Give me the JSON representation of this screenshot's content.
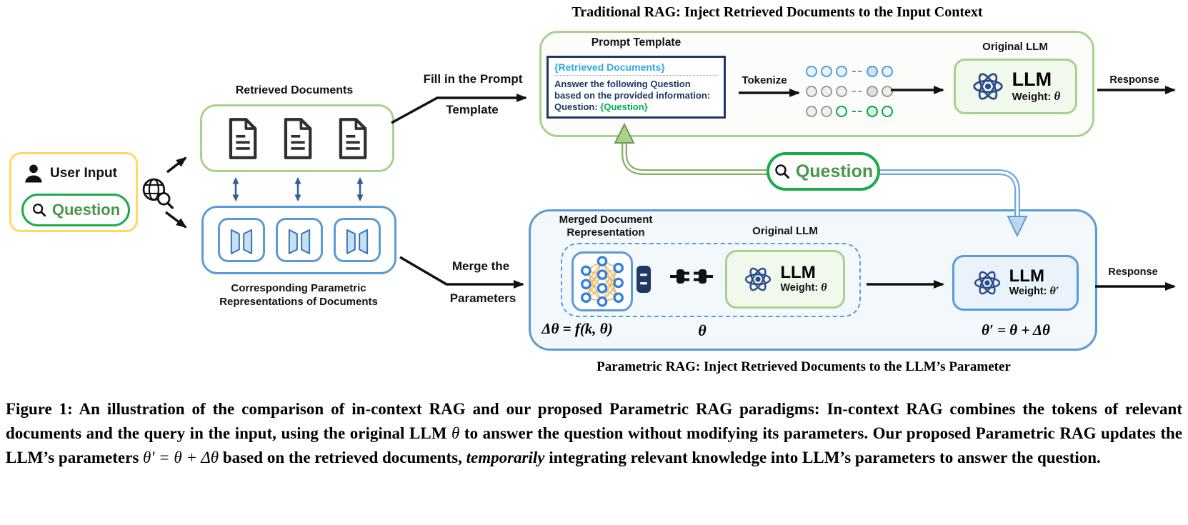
{
  "titles": {
    "traditional": "Traditional RAG: Inject Retrieved Documents to the Input Context",
    "parametric": "Parametric RAG: Inject Retrieved Documents to the LLM’s Parameter"
  },
  "user_input": {
    "label": "User Input",
    "question": "Question"
  },
  "retrieved_documents": {
    "label": "Retrieved Documents"
  },
  "parametric_representations": {
    "line1": "Corresponding Parametric",
    "line2": "Representations of Documents"
  },
  "flow_labels": {
    "fill_prompt_1": "Fill in the Prompt",
    "fill_prompt_2": "Template",
    "merge_1": "Merge the",
    "merge_2": "Parameters",
    "tokenize": "Tokenize",
    "response_top": "Response",
    "response_bottom": "Response"
  },
  "prompt_template": {
    "title": "Prompt Template",
    "retrieved_placeholder": "{Retrieved Documents}",
    "instruction_1": "Answer the following Question",
    "instruction_2": "based on the provided information:",
    "question_label": "Question: ",
    "question_placeholder": "{Question}"
  },
  "llm_top": {
    "label": "Original LLM",
    "name": "LLM",
    "weight_label": "Weight: ",
    "weight_value": "θ"
  },
  "question_badge": {
    "label": "Question"
  },
  "parametric_flow": {
    "merged_1": "Merged Document",
    "merged_2": "Representation",
    "original_llm_label": "Original LLM",
    "llm_name": "LLM",
    "weight_label": "Weight: ",
    "weight_theta": "θ",
    "llm_prime_name": "LLM",
    "weight_theta_prime": "θ′",
    "formula_delta": "Δθ = f(k, θ)",
    "formula_theta": "θ",
    "formula_update": "θ′ = θ + Δθ"
  },
  "tokens": {
    "rows": [
      {
        "dash": "#4f9ddb",
        "circles": [
          {
            "s": "#4f9ddb",
            "f": "#e9f2fb"
          },
          {
            "s": "#4f9ddb",
            "f": "#e9f2fb"
          },
          {
            "s": "#4f9ddb",
            "f": "#e9f2fb"
          },
          {
            "s": "#4f9ddb",
            "f": "#cfe2f5"
          },
          {
            "s": "#4f9ddb",
            "f": "#e9f2fb"
          }
        ]
      },
      {
        "dash": "#9a9a9a",
        "circles": [
          {
            "s": "#9a9a9a",
            "f": "#efefef"
          },
          {
            "s": "#9a9a9a",
            "f": "#efefef"
          },
          {
            "s": "#9a9a9a",
            "f": "#efefef"
          },
          {
            "s": "#9a9a9a",
            "f": "#e0e0e0"
          },
          {
            "s": "#9a9a9a",
            "f": "#efefef"
          }
        ]
      },
      {
        "dash": "#00a651",
        "circles": [
          {
            "s": "#9a9a9a",
            "f": "#efefef"
          },
          {
            "s": "#9a9a9a",
            "f": "#efefef"
          },
          {
            "s": "#00a651",
            "f": "#ffffff"
          },
          {
            "s": "#00a651",
            "f": "#d6efdc"
          },
          {
            "s": "#00a651",
            "f": "#ffffff"
          }
        ]
      }
    ]
  },
  "caption": {
    "segments": [
      {
        "s": "b",
        "t": "Figure 1: An illustration of the comparison of in-context RAG and our proposed Parametric RAG paradigms: In-context RAG combines the tokens of relevant documents and the query in the input, using the original LLM "
      },
      {
        "s": "m",
        "t": "θ"
      },
      {
        "s": "b",
        "t": " to answer the question without modifying its parameters. Our proposed Parametric RAG updates the LLM’s parameters "
      },
      {
        "s": "m",
        "t": "θ′ = θ + Δθ"
      },
      {
        "s": "b",
        "t": " based on the retrieved documents, "
      },
      {
        "s": "bi",
        "t": "temporarily"
      },
      {
        "s": "b",
        "t": " integrating relevant knowledge into LLM’s parameters to answer the question."
      }
    ]
  },
  "colors": {
    "green_border": "#a9d18e",
    "blue_border": "#5b9bd5",
    "yellow_border": "#ffd966",
    "navy": "#1f3864",
    "cyan_text": "#29abe2",
    "green_text": "#00b050",
    "badge_green": "#1cab4b",
    "badge_text": "#4a9648",
    "steel_arrow": "#2d5f8f",
    "atom_blue": "#2b4a8b",
    "nn_node": "#2f7fe8",
    "nn_edge": "#f0b95a"
  }
}
